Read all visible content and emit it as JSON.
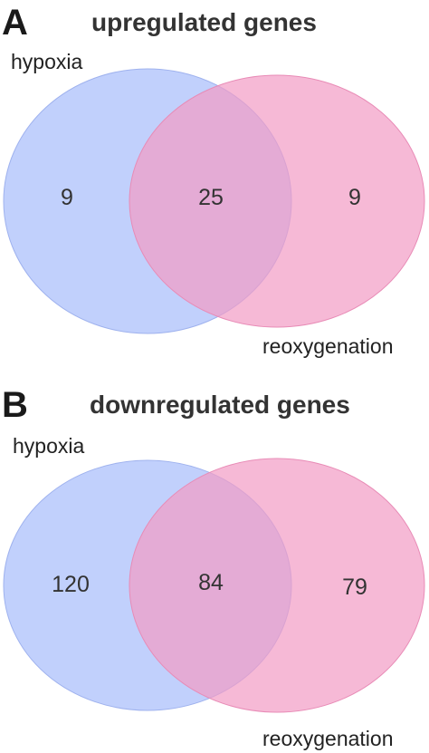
{
  "colors": {
    "left_circle": "#b3c6fb",
    "right_circle": "#f29bc4",
    "left_stroke": "#9fb2ee",
    "right_stroke": "#e88bb6"
  },
  "panels": [
    {
      "letter": "A",
      "title": "upregulated genes",
      "left_label": "hypoxia",
      "right_label": "reoxygenation",
      "left_only": "9",
      "overlap": "25",
      "right_only": "9"
    },
    {
      "letter": "B",
      "title": "downregulated genes",
      "left_label": "hypoxia",
      "right_label": "reoxygenation",
      "left_only": "120",
      "overlap": "84",
      "right_only": "79"
    }
  ]
}
